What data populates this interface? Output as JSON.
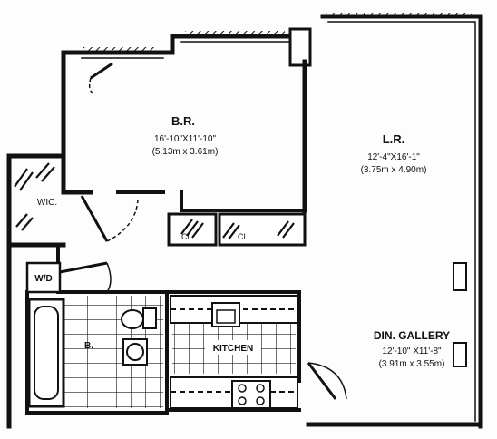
{
  "rooms": {
    "bedroom": {
      "name": "B.R.",
      "dim_imperial": "16'-10\"X11'-10\"",
      "dim_metric": "(5.13m x 3.61m)"
    },
    "living_room": {
      "name": "L.R.",
      "dim_imperial": "12'-4\"X16'-1\"",
      "dim_metric": "(3.75m x 4.90m)"
    },
    "dining_gallery": {
      "name": "DIN. GALLERY",
      "dim_imperial": "12'-10\" X11'-8\"",
      "dim_metric": "(3.91m x 3.55m)"
    },
    "walk_in_closet": {
      "name": "WIC."
    },
    "closet_1": {
      "name": "CL."
    },
    "closet_2": {
      "name": "CL."
    },
    "washer_dryer": {
      "name": "W/D"
    },
    "bathroom": {
      "name": "B."
    },
    "kitchen": {
      "name": "KITCHEN"
    }
  },
  "icons": [
    "door-swing-icon",
    "bathtub-icon",
    "toilet-icon",
    "sink-icon",
    "stove-icon",
    "window-icon",
    "closet-rod-icon"
  ]
}
